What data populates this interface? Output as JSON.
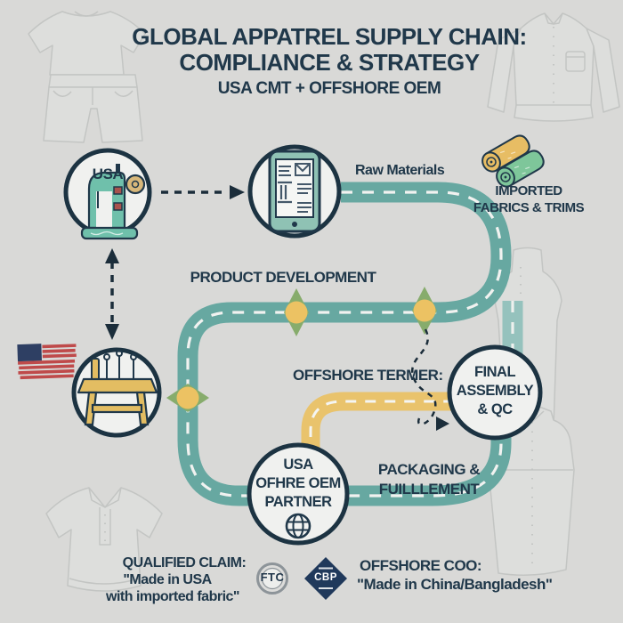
{
  "title": {
    "line1": "GLOBAL APPATREL SUPPLY CHAIN:",
    "line2": "COMPLIANCE & STRATEGY",
    "subtitle": "USA CMT + OFFSHORE OEM"
  },
  "nodes": {
    "usa_cmt_label": "USA",
    "oem": {
      "line1": "USA",
      "line2": "OFHRE OEM",
      "line3": "PARTNER"
    },
    "final": {
      "line1": "FINAL",
      "line2": "ASSEMBLY",
      "line3": "& QC"
    }
  },
  "labels": {
    "raw_materials": "Raw Materials",
    "imported1": "IMPORTED",
    "imported2": "FABRICS & TRIMS",
    "product_development": "PRODUCT DEVELOPMENT",
    "offshore_terms": "OFFSHORE TERMER:",
    "packaging1": "PACKAGING &",
    "packaging2": "FUILLLEMENT"
  },
  "footer": {
    "qualified_heading": "QUALIFIED CLAIM:",
    "qualified_line1": "\"Made in USA",
    "qualified_line2": "with imported fabric\"",
    "ftc_label": "FTC",
    "cbp_label": "CBP",
    "offshore_heading": "OFFSHORE COO:",
    "offshore_line": "\"Made in China/Bangladesh\""
  },
  "colors": {
    "background": "#d9d9d7",
    "navy": "#20384a",
    "road_teal": "#67a8a1",
    "road_teal_light": "#95c2bd",
    "road_yellow": "#e9c36c",
    "diamond_green": "#87ac6c",
    "dot_yellow": "#ecc263",
    "icon_teal": "#6fc0ab",
    "icon_yellow": "#e3bd62",
    "flag_red": "#bf4a4a",
    "flag_blue": "#2e3f63",
    "roll_yellow": "#e7bd64",
    "roll_green": "#7ec69a",
    "badge_gray": "#8d9499",
    "badge_navy": "#20395b"
  }
}
